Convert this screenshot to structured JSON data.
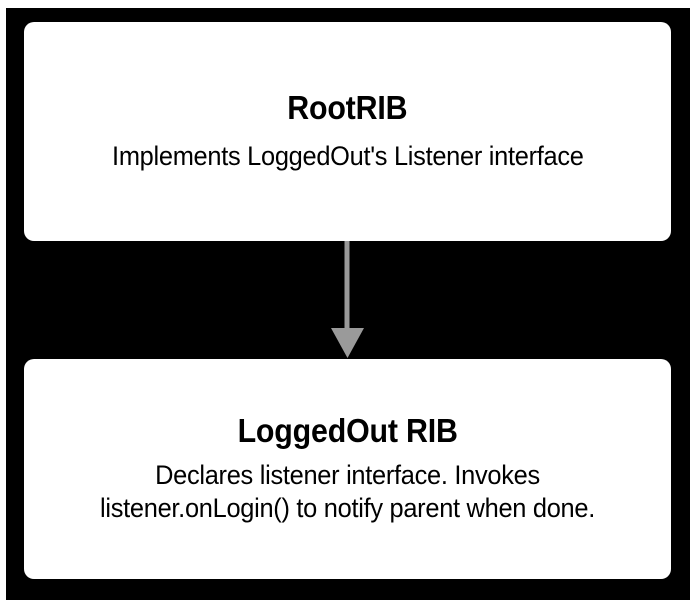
{
  "diagram": {
    "type": "flowchart",
    "orientation": "top-to-bottom",
    "background_color": "#000000",
    "page_color": "#ffffff",
    "node_fill_color": "#ffffff",
    "node_text_color": "#000000",
    "connector_color": "#9a9a9a",
    "nodes": [
      {
        "id": "root-rib",
        "title": "RootRIB",
        "body": "Implements LoggedOut's Listener interface"
      },
      {
        "id": "loggedout-rib",
        "title": "LoggedOut RIB",
        "body": "Declares listener interface. Invokes listener.onLogin() to notify parent when done."
      }
    ],
    "edges": [
      {
        "id": "root-to-loggedout",
        "from": "root-rib",
        "to": "loggedout-rib",
        "label": "",
        "arrowhead": "solid-triangle",
        "direction": "down"
      }
    ]
  }
}
